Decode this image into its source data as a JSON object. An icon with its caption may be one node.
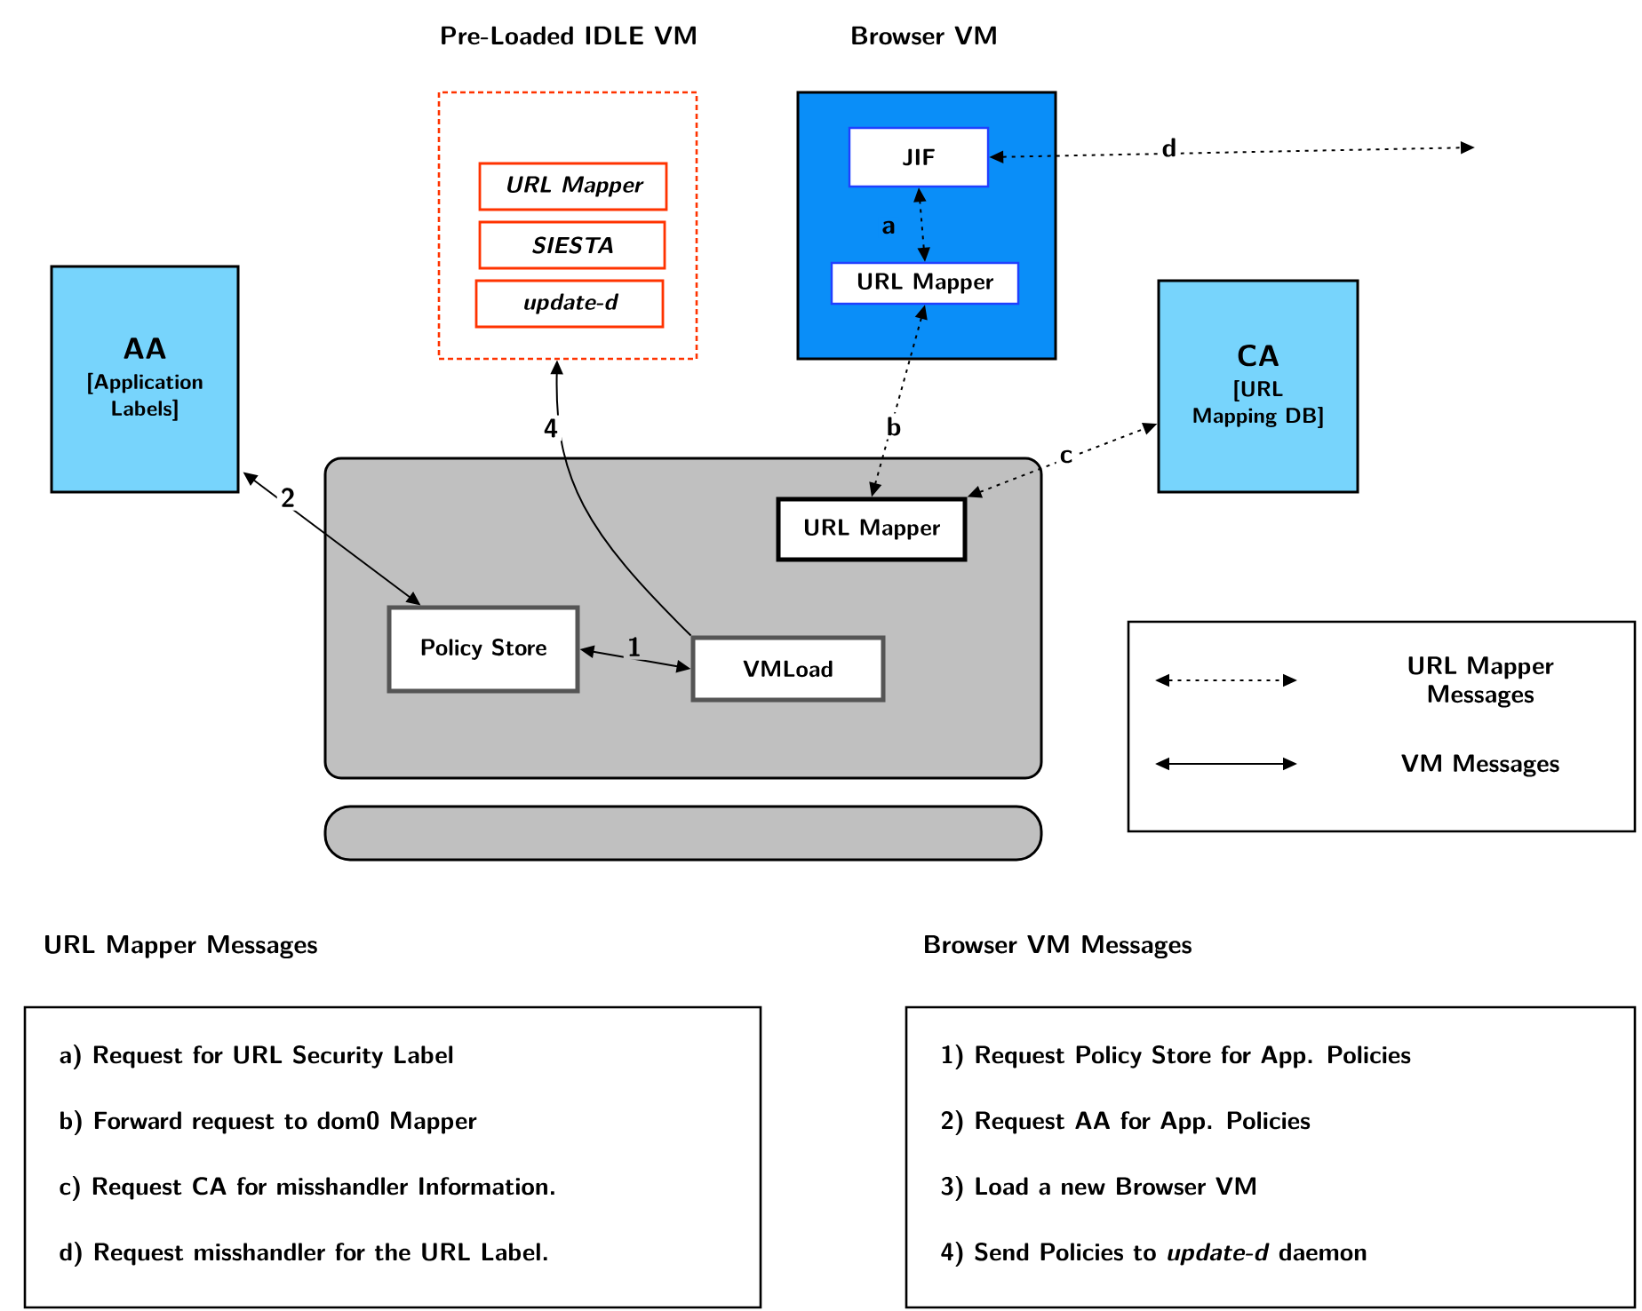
{
  "diagram": {
    "nodes": [
      {
        "text": [
          "Pre-Loaded IDLE VM"
        ]
      },
      {
        "text": [
          "URL Mapper"
        ],
        "in": 0
      },
      {
        "text": [
          "SIESTA"
        ],
        "in": 0
      },
      {
        "text": [
          "update-d"
        ],
        "in": 0
      },
      {
        "text": [
          "Browser VM"
        ]
      },
      {
        "text": [
          "JIF"
        ],
        "in": 4
      },
      {
        "text": [
          "URL Mapper"
        ],
        "in": 4
      },
      {
        "text": [
          "AA",
          "[Application Labels]"
        ]
      },
      {
        "text": [
          "CA",
          "[URL Mapping DB]"
        ]
      },
      {
        "text": [],
        "shape": "box"
      },
      {
        "text": [
          "URL Mapper"
        ],
        "in": 9
      },
      {
        "text": [
          "Policy Store"
        ],
        "in": 9
      },
      {
        "text": [
          "VMLoad"
        ],
        "in": 9
      },
      {
        "text": [],
        "shape": "bar"
      },
      {
        "text": [
          "URL Mapper Messages",
          "a) Request for URL Security Label",
          "b) Forward request to dom0 Mapper",
          "c) Request CA for misshandler Information.",
          "d) Request misshandler for the URL Label."
        ]
      },
      {
        "text": [
          "Browser VM Messages",
          "1) Request Policy Store for App. Policies",
          "2) Request AA for App. Policies",
          "3) Load  a new Browser VM",
          "4) Send Policies to *update-d* daemon"
        ]
      }
    ],
    "edges": [
      {
        "from": 6,
        "to": 5,
        "arrow": "both",
        "label": "a",
        "style": "dashed"
      },
      {
        "from": 6,
        "to": 10,
        "arrow": "both",
        "label": "b",
        "style": "dashed"
      },
      {
        "from": 10,
        "to": 8,
        "arrow": "both",
        "label": "c",
        "style": "dashed"
      },
      {
        "from": 5,
        "to": null,
        "arrow": "both",
        "label": "d",
        "style": "dashed"
      },
      {
        "from": 11,
        "to": 12,
        "arrow": "both",
        "label": "1"
      },
      {
        "from": 7,
        "to": 11,
        "arrow": "both",
        "label": "2"
      },
      {
        "from": 12,
        "to": 0,
        "arrow": "to",
        "label": "4"
      }
    ],
    "legend": [
      {
        "text": "URL Mapper Messages"
      },
      {
        "text": "VM Messages"
      }
    ]
  }
}
